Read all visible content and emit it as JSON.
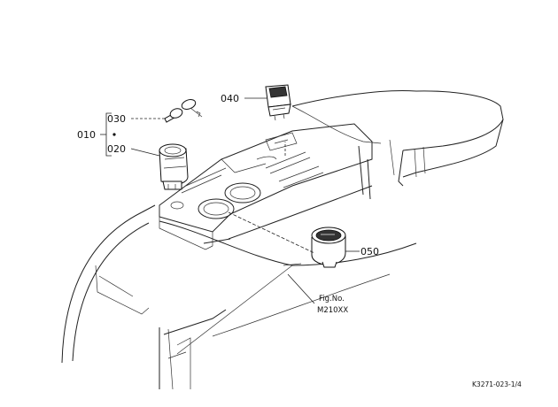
{
  "callouts": {
    "c010": "010",
    "c020": "020",
    "c030": "030",
    "c040": "040",
    "c050": "050"
  },
  "figure_ref": {
    "label": "Fig.No.",
    "number": "M210XX"
  },
  "drawing_number": "K3271-023-1/4"
}
